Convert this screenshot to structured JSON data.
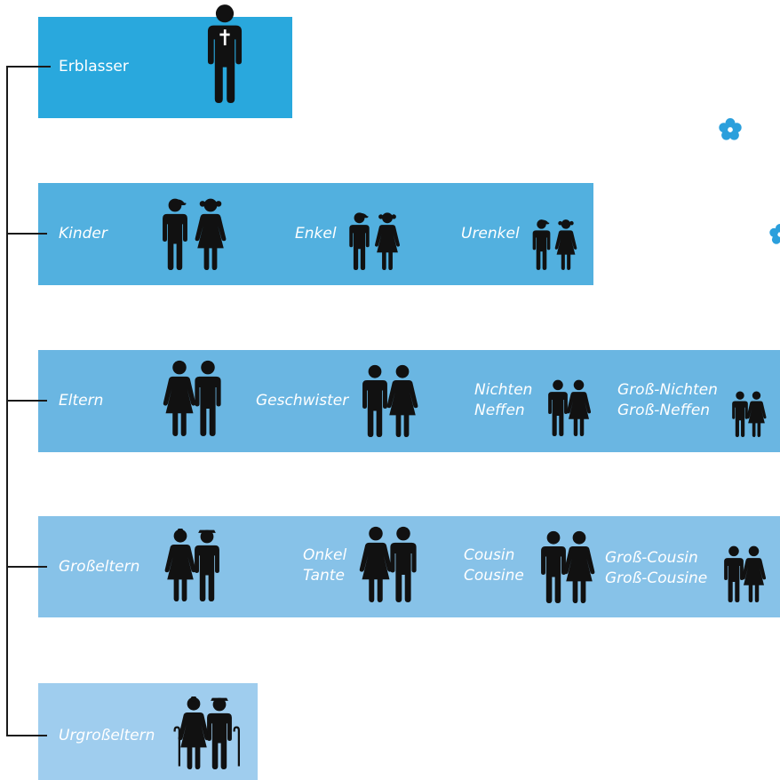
{
  "colors": {
    "deceased_band": "#29a8dd",
    "order1_band": "#52b0df",
    "order2_band": "#6ab6e2",
    "order3_band": "#87c2e8",
    "order4_band": "#9fcdee",
    "figure": "#111111",
    "connector": "#1a1a1a",
    "flower": "#2a9fdc"
  },
  "rows": {
    "deceased": {
      "label": "Erblasser",
      "icon": "deceased-person-cross-icon"
    },
    "order1": {
      "kinder": "Kinder",
      "enkel": "Enkel",
      "urenkel": "Urenkel"
    },
    "order2": {
      "eltern": "Eltern",
      "geschwister": "Geschwister",
      "nichten": "Nichten",
      "neffen": "Neffen",
      "gross_nichten": "Groß-Nichten",
      "gross_neffen": "Groß-Neffen"
    },
    "order3": {
      "grosseltern": "Großeltern",
      "onkel": "Onkel",
      "tante": "Tante",
      "cousin": "Cousin",
      "cousine": "Cousine",
      "gross_cousin": "Groß-Cousin",
      "gross_cousine": "Groß-Cousine"
    },
    "order4": {
      "urgrosseltern": "Urgroßeltern"
    }
  }
}
